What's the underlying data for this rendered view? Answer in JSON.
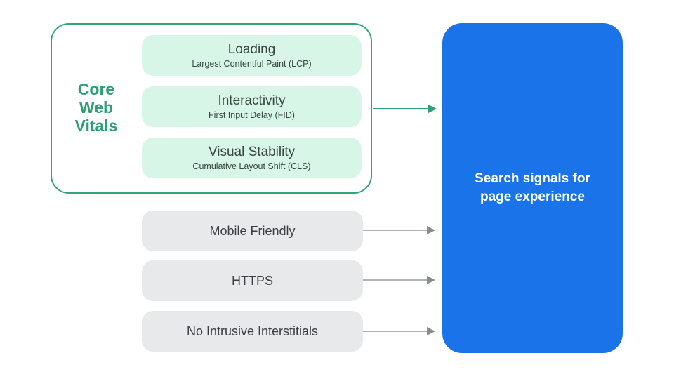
{
  "colors": {
    "green": "#2f9e73",
    "green_border": "#34a377",
    "mint": "#d7f6e8",
    "blue": "#1a73e8",
    "gray_box": "#e8e9ea",
    "text_dark": "#3c4043",
    "card_text": "#394540",
    "white": "#ffffff",
    "gray_stem": "#aeb2b7",
    "gray_head": "#878c91"
  },
  "core_web_vitals": {
    "label": "Core Web Vitals",
    "cards": [
      {
        "title": "Loading",
        "subtitle": "Largest Contentful Paint (LCP)"
      },
      {
        "title": "Interactivity",
        "subtitle": "First Input Delay (FID)"
      },
      {
        "title": "Visual Stability",
        "subtitle": "Cumulative Layout Shift (CLS)"
      }
    ]
  },
  "other_signals": [
    {
      "label": "Mobile Friendly"
    },
    {
      "label": "HTTPS"
    },
    {
      "label": "No Intrusive Interstitials"
    }
  ],
  "result_panel": {
    "label": "Search signals for page experience"
  }
}
